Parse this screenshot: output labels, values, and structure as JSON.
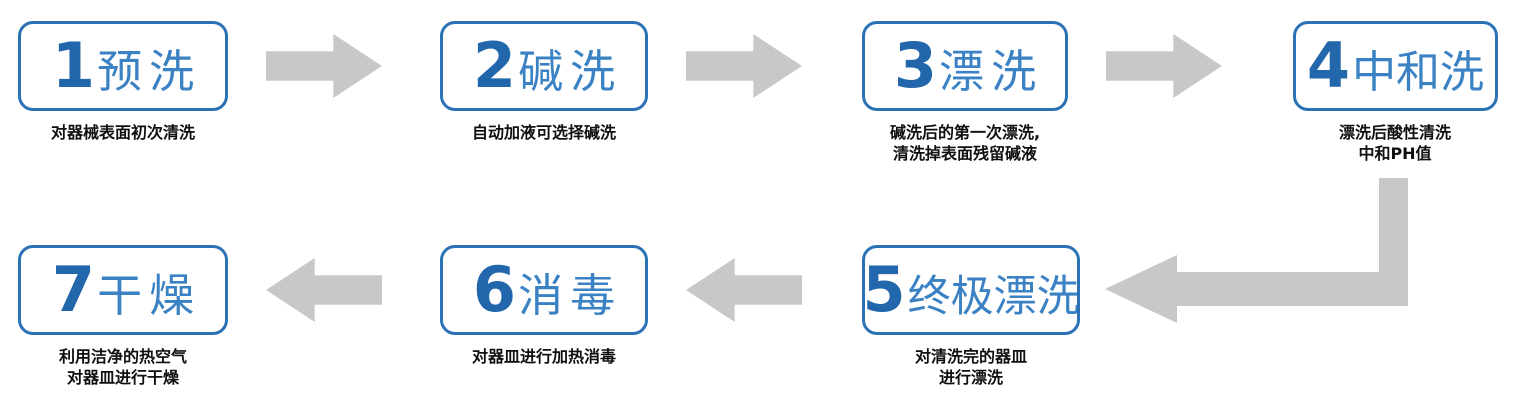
{
  "diagram": {
    "title_text": "",
    "colors": {
      "box_border": "#2a72b5",
      "number": "#2266ab",
      "label": "#3b82c4",
      "arrow": "#c8c8c8",
      "caption": "#101010",
      "background": "#ffffff"
    },
    "steps": [
      {
        "number": "1",
        "label": "预洗",
        "caption": "对器械表面初次清洗"
      },
      {
        "number": "2",
        "label": "碱洗",
        "caption": "自动加液可选择碱洗"
      },
      {
        "number": "3",
        "label": "漂洗",
        "caption": "碱洗后的第一次漂洗,\n清洗掉表面残留碱液"
      },
      {
        "number": "4",
        "label": "中和洗",
        "caption": "漂洗后酸性清洗\n中和PH值"
      },
      {
        "number": "5",
        "label": "终极漂洗",
        "caption": "对清洗完的器皿\n进行漂洗"
      },
      {
        "number": "6",
        "label": "消毒",
        "caption": "对器皿进行加热消毒"
      },
      {
        "number": "7",
        "label": "干燥",
        "caption": "利用洁净的热空气\n对器皿进行干燥"
      }
    ],
    "connectors": [
      {
        "name": "arrow-1-to-2",
        "direction": "right"
      },
      {
        "name": "arrow-2-to-3",
        "direction": "right"
      },
      {
        "name": "arrow-3-to-4",
        "direction": "right"
      },
      {
        "name": "elbow-4-to-5",
        "direction": "down-then-left"
      },
      {
        "name": "arrow-5-to-6",
        "direction": "left"
      },
      {
        "name": "arrow-6-to-7",
        "direction": "left"
      }
    ]
  }
}
